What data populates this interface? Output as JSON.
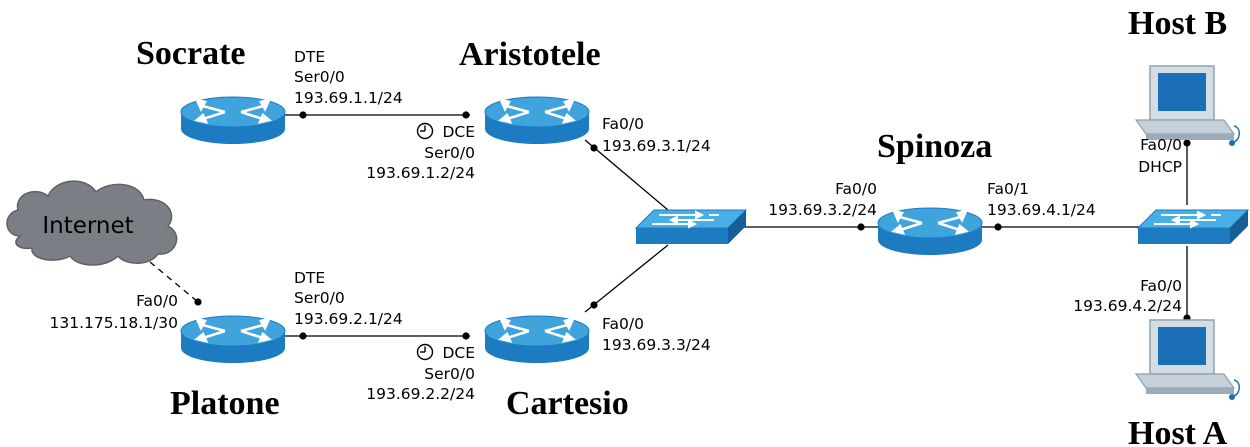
{
  "devices": {
    "socrate": {
      "name": "Socrate",
      "kind": "router-icon"
    },
    "aristotele": {
      "name": "Aristotele",
      "kind": "router-icon"
    },
    "platone": {
      "name": "Platone",
      "kind": "router-icon"
    },
    "cartesio": {
      "name": "Cartesio",
      "kind": "router-icon"
    },
    "spinoza": {
      "name": "Spinoza",
      "kind": "router-icon"
    },
    "switch_center": {
      "kind": "switch-icon"
    },
    "switch_right": {
      "kind": "switch-icon"
    },
    "host_b": {
      "name": "Host B",
      "kind": "pc-icon"
    },
    "host_a": {
      "name": "Host A",
      "kind": "pc-icon"
    },
    "internet": {
      "name": "Internet",
      "kind": "cloud-icon"
    }
  },
  "interfaces": {
    "socrate_ser": {
      "role": "DTE",
      "iface": "Ser0/0",
      "ip": "193.69.1.1/24"
    },
    "aristotele_ser": {
      "role": "DCE",
      "iface": "Ser0/0",
      "ip": "193.69.1.2/24"
    },
    "aristotele_fa": {
      "iface": "Fa0/0",
      "ip": "193.69.3.1/24"
    },
    "platone_fa": {
      "iface": "Fa0/0",
      "ip": "131.175.18.1/30"
    },
    "platone_ser": {
      "role": "DTE",
      "iface": "Ser0/0",
      "ip": "193.69.2.1/24"
    },
    "cartesio_ser": {
      "role": "DCE",
      "iface": "Ser0/0",
      "ip": "193.69.2.2/24"
    },
    "cartesio_fa": {
      "iface": "Fa0/0",
      "ip": "193.69.3.3/24"
    },
    "spinoza_fa0": {
      "iface": "Fa0/0",
      "ip": "193.69.3.2/24"
    },
    "spinoza_fa1": {
      "iface": "Fa0/1",
      "ip": "193.69.4.1/24"
    },
    "hostb_fa": {
      "iface": "Fa0/0",
      "ip": "DHCP"
    },
    "hosta_fa": {
      "iface": "Fa0/0",
      "ip": "193.69.4.2/24"
    }
  },
  "colors": {
    "router": "#1c7bc1",
    "router_top": "#3fa3dc",
    "switch": "#1c7bc1",
    "switch_top": "#48aee6",
    "cloud": "#7b7f85",
    "cloud_text": "#ffffff",
    "pc_body": "#bcc9d3",
    "pc_screen": "#1a6fb6"
  }
}
